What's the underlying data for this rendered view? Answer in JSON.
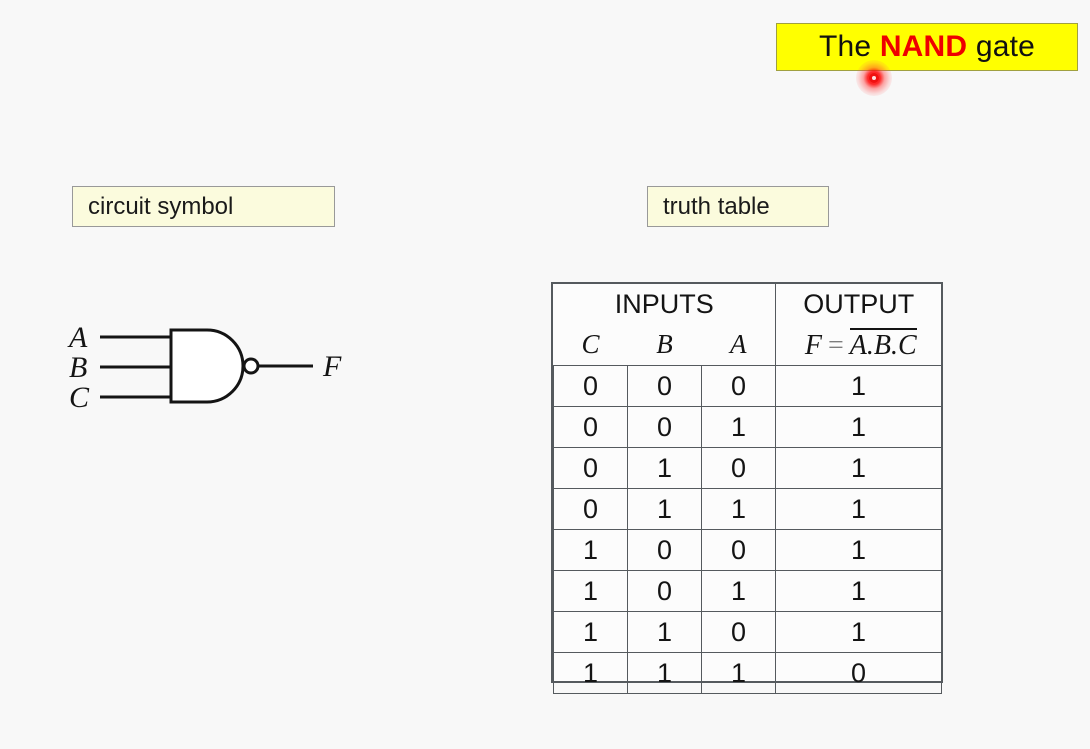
{
  "title": {
    "prefix": "The ",
    "highlight": "NAND",
    "suffix": " gate"
  },
  "colors": {
    "banner_background": "#ffff00",
    "banner_border": "#a0a040",
    "highlight_text": "#ee0000",
    "chip_background": "#fbfbdd",
    "chip_border": "#999999",
    "page_background": "#f8f8f8",
    "line": "#141414",
    "laser_dot": "#f01010"
  },
  "captions": {
    "circuit_symbol": "circuit symbol",
    "truth_table": "truth table"
  },
  "circuit": {
    "inputs": [
      "A",
      "B",
      "C"
    ],
    "output": "F",
    "gate_type": "NAND",
    "input_count": 3,
    "has_inversion_bubble": true
  },
  "truth_table": {
    "group_headers": [
      "INPUTS",
      "OUTPUT"
    ],
    "column_headers": [
      "C",
      "B",
      "A"
    ],
    "output_formula": {
      "lhs": "F",
      "equals": "=",
      "rhs": "A.B.C",
      "overline": true
    },
    "rows": [
      {
        "c": "0",
        "b": "0",
        "a": "0",
        "f": "1"
      },
      {
        "c": "0",
        "b": "0",
        "a": "1",
        "f": "1"
      },
      {
        "c": "0",
        "b": "1",
        "a": "0",
        "f": "1"
      },
      {
        "c": "0",
        "b": "1",
        "a": "1",
        "f": "1"
      },
      {
        "c": "1",
        "b": "0",
        "a": "0",
        "f": "1"
      },
      {
        "c": "1",
        "b": "0",
        "a": "1",
        "f": "1"
      },
      {
        "c": "1",
        "b": "1",
        "a": "0",
        "f": "1"
      },
      {
        "c": "1",
        "b": "1",
        "a": "1",
        "f": "0"
      }
    ]
  }
}
